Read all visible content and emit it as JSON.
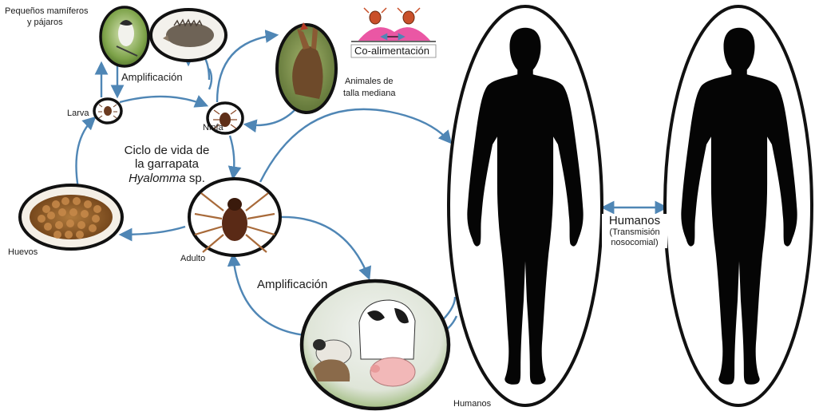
{
  "labels": {
    "small_mammals": "Pequeños mamíferos",
    "birds": "y pájaros",
    "amplification_top": "Amplificación",
    "larva": "Larva",
    "nymph": "Ninfa",
    "eggs": "Huevos",
    "adult": "Adulto",
    "medium_animals_1": "Animales de",
    "medium_animals_2": "talla mediana",
    "cofeeding": "Co-alimentación",
    "cycle_title_1": "Ciclo de vida de",
    "cycle_title_2": "la garrapata",
    "cycle_title_genus": "Hyalomma",
    "cycle_title_sp": "sp.",
    "amplification_bottom": "Amplificación",
    "humans_bottom": "Humanos",
    "humans_mid": "Humanos",
    "nosocomial_1": "(Transmisión",
    "nosocomial_2": "nosocomial)"
  },
  "colors": {
    "arrow": "#4f86b5",
    "ellipse": "#1a1a1a",
    "silhouette": "#050505",
    "cofeeding_band": "#e8459a"
  },
  "icons": {
    "bird": "bird-photo-icon",
    "hedgehog": "hedgehog-photo-icon",
    "hare": "hare-photo-icon",
    "larva": "larva-tick-icon",
    "nymph": "nymph-tick-icon",
    "adult": "adult-tick-icon",
    "eggs": "eggs-cluster-icon",
    "livestock": "livestock-photo-icon",
    "human": "human-silhouette-icon"
  }
}
